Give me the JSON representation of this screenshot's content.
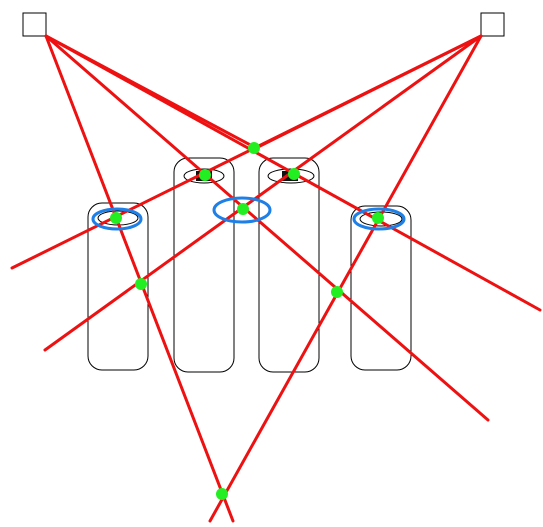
{
  "colors": {
    "background": "#ffffff",
    "ray": "#ee1111",
    "intersection_point": "#22ee22",
    "highlight_ellipse": "#1e7fe6",
    "outline": "#000000"
  },
  "elements": {
    "cameras": [
      "camera-left",
      "camera-right"
    ],
    "containers": [
      "bottle-1",
      "bottle-2",
      "bottle-3",
      "bottle-4"
    ],
    "highlighted_openings": [
      "bottle-1-opening",
      "bottle-3-opening-gap",
      "bottle-4-opening"
    ],
    "ray_count": 8,
    "intersection_point_count": 9
  }
}
